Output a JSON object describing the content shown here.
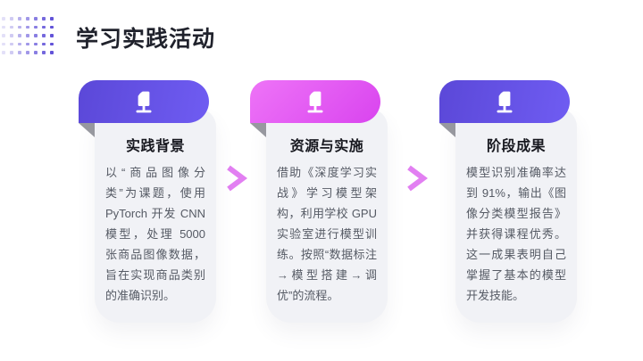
{
  "slide": {
    "title": "学习实践活动",
    "decor": {
      "dot_grid": {
        "columns": 7,
        "rows": 5,
        "color": "#6253d8"
      }
    }
  },
  "colors": {
    "background": "#ffffff",
    "banner_purple_start": "#5b48d8",
    "banner_purple_end": "#6f5cf2",
    "banner_pink_start": "#ee74f7",
    "banner_pink_end": "#d944ef",
    "card_body_bg": "#f1f2f6",
    "fold_gray": "#97989f",
    "arrow_pink": "#e27ff2",
    "slide_title_text": "#20222c",
    "card_title_text": "#17181f",
    "card_body_text": "#555a64"
  },
  "cards": [
    {
      "icon": "document-stand-icon",
      "theme": "purple",
      "title": "实践背景",
      "body": "以“商品图像分类”为课题，使用 PyTorch 开发 CNN 模型，处理 5000 张商品图像数据，旨在实现商品类别的准确识别。"
    },
    {
      "icon": "document-stand-icon",
      "theme": "pink",
      "title": "资源与实施",
      "body": "借助《深度学习实战》学习模型架构，利用学校 GPU 实验室进行模型训练。按照“数据标注→模型搭建→调优”的流程。"
    },
    {
      "icon": "document-stand-icon",
      "theme": "purple",
      "title": "阶段成果",
      "body": "模型识别准确率达到 91%，输出《图像分类模型报告》并获得课程优秀。这一成果表明自己掌握了基本的模型开发技能。"
    }
  ],
  "connectors": [
    {
      "icon": "chevron-right-icon"
    },
    {
      "icon": "chevron-right-icon"
    }
  ]
}
